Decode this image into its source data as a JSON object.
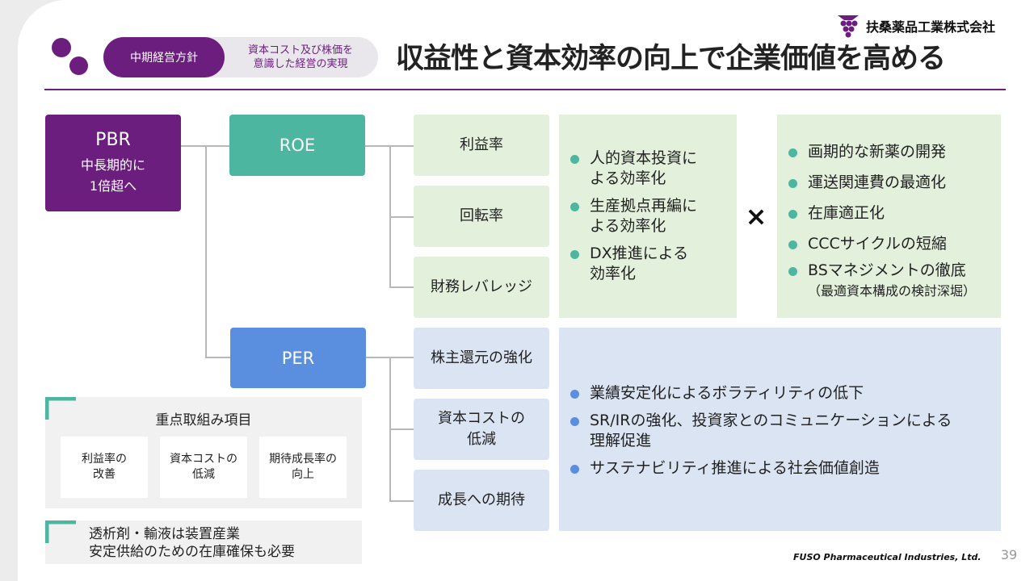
{
  "header": {
    "category": "中期経営方針",
    "subtitle_lines": [
      "資本コスト及び株価を",
      "意識した経営の実現"
    ],
    "title": "収益性と資本効率の向上で企業価値を高める",
    "company": "扶桑薬品工業株式会社"
  },
  "pbr": {
    "label": "PBR",
    "lines": [
      "中長期的に",
      "1倍超へ"
    ]
  },
  "roe": {
    "label": "ROE",
    "drivers": [
      "利益率",
      "回転率",
      "財務レバレッジ"
    ],
    "initiatives_left": [
      [
        "人的資本投資に",
        "よる効率化"
      ],
      [
        "生産拠点再編に",
        "よる効率化"
      ],
      [
        "DX推進による",
        "効率化"
      ]
    ],
    "multiply_symbol": "×",
    "initiatives_right": [
      [
        "画期的な新薬の開発"
      ],
      [
        "運送関連費の最適化"
      ],
      [
        "在庫適正化"
      ],
      [
        "CCCサイクルの短縮"
      ],
      [
        "BSマネジメントの徹底",
        "（最適資本構成の検討深堀）"
      ]
    ]
  },
  "per": {
    "label": "PER",
    "drivers": [
      [
        "株主還元の強化"
      ],
      [
        "資本コストの",
        "低減"
      ],
      [
        "成長への期待"
      ]
    ],
    "initiatives": [
      [
        "業績安定化によるボラティリティの低下"
      ],
      [
        "SR/IRの強化、投資家とのコミュニケーションによる",
        "理解促進"
      ],
      [
        "サステナビリティ推進による社会価値創造"
      ]
    ]
  },
  "focus": {
    "title": "重点取組み項目",
    "items": [
      [
        "利益率の",
        "改善"
      ],
      [
        "資本コストの",
        "低減"
      ],
      [
        "期待成長率の",
        "向上"
      ]
    ]
  },
  "note": {
    "lines": [
      "透析剤・輸液は装置産業",
      "安定供給のための在庫確保も必要"
    ]
  },
  "footer": {
    "brand": "FUSO Pharmaceutical Industries, Ltd.",
    "page": "39"
  },
  "colors": {
    "purple": "#6b1e7e",
    "teal": "#4db6a0",
    "blue": "#5a8fe0",
    "green_bg": "#e2f0dc",
    "blue_bg": "#dbe4f2"
  }
}
